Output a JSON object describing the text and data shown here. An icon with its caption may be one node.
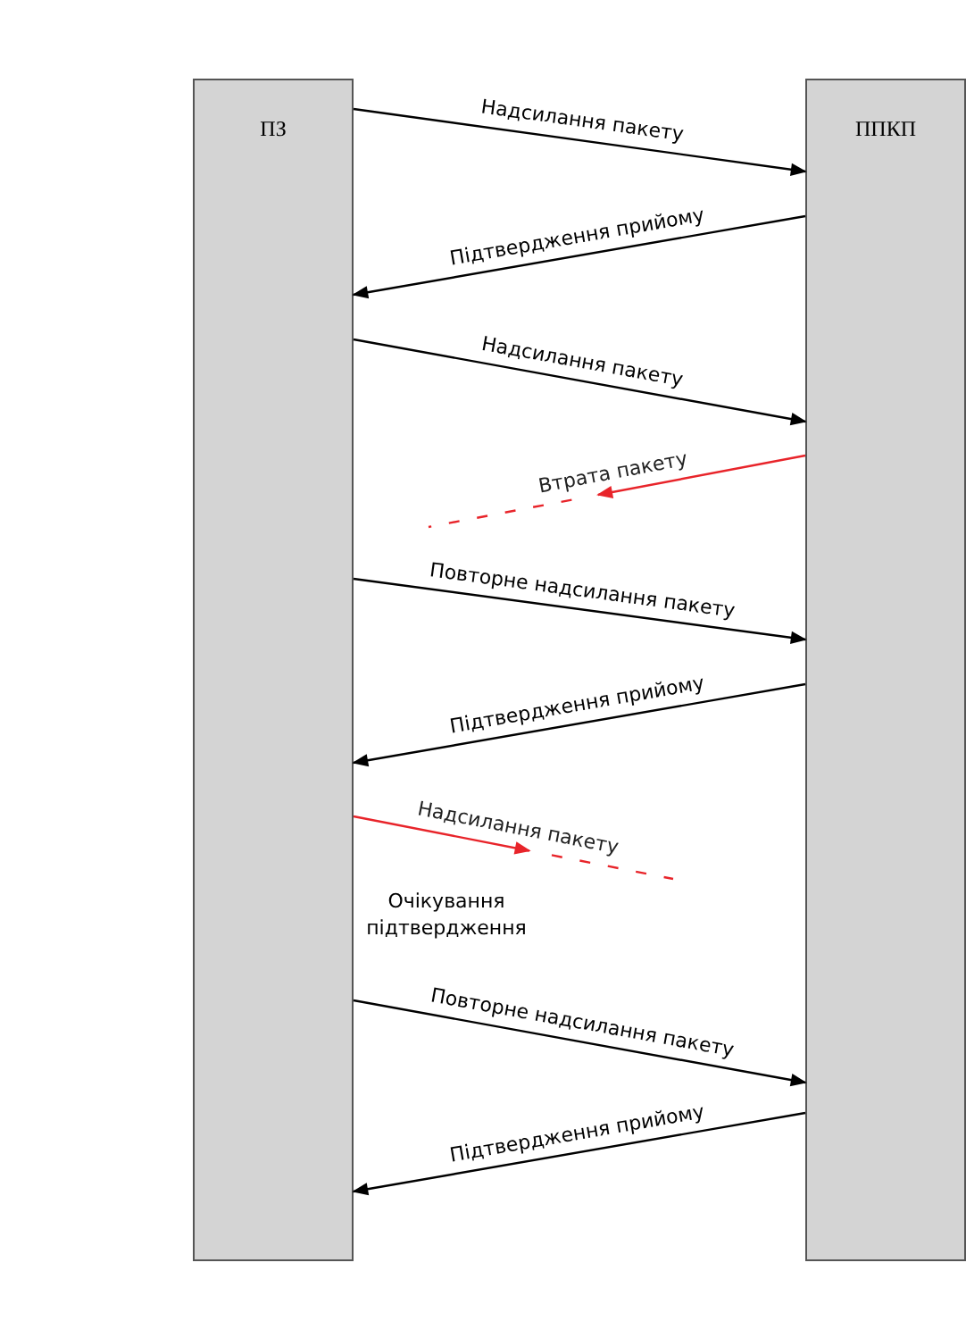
{
  "diagram": {
    "nodes": [
      {
        "text": [
          "ПЗ"
        ]
      },
      {
        "text": [
          "ППКП"
        ]
      }
    ],
    "edges": [
      {
        "from": 0,
        "to": 1,
        "arrow": "to",
        "label": "Надсилання пакету"
      },
      {
        "from": 1,
        "to": 0,
        "arrow": "to",
        "label": "Підтвердження прийому"
      },
      {
        "from": 0,
        "to": 1,
        "arrow": "to",
        "label": "Надсилання пакету"
      },
      {
        "from": 1,
        "to": null,
        "arrow": "to",
        "label": "Втрата пакету",
        "color": "#e8242a"
      },
      {
        "from": 0,
        "to": 1,
        "arrow": "to",
        "label": "Повторне надсилання пакету"
      },
      {
        "from": 1,
        "to": 0,
        "arrow": "to",
        "label": "Підтвердження прийому"
      },
      {
        "from": 0,
        "to": null,
        "arrow": "to",
        "label": "Надсилання пакету",
        "color": "#e8242a"
      },
      {
        "from": 0,
        "to": 1,
        "arrow": "to",
        "label": "Повторне надсилання пакету"
      },
      {
        "from": 1,
        "to": 0,
        "arrow": "to",
        "label": "Підтвердження прийому"
      }
    ],
    "labels": [
      "Очікування підтвердження"
    ]
  }
}
